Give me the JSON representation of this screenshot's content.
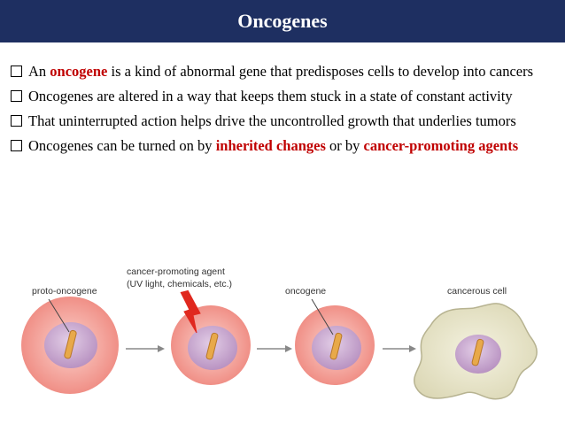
{
  "header": {
    "title": "Oncogenes"
  },
  "bullets": [
    {
      "pre": "An ",
      "highlight": "oncogene",
      "post": " is a kind of abnormal gene that predisposes cells to develop into cancers"
    },
    {
      "text": "Oncogenes are altered in a way that keeps them stuck in a state of constant activity"
    },
    {
      "text": "That uninterrupted action helps drive the uncontrolled growth that underlies tumors"
    },
    {
      "pre": "Oncogenes can be turned on by ",
      "highlight1": "inherited changes",
      "mid": "  or by ",
      "highlight2": "cancer-promoting agents"
    }
  ],
  "diagram": {
    "label_proto": "proto-oncogene",
    "label_agent_line1": "cancer-promoting agent",
    "label_agent_line2": "(UV light, chemicals, etc.)",
    "label_oncogene": "oncogene",
    "label_cancer": "cancerous cell"
  },
  "colors": {
    "header_bg": "#1e2f61",
    "highlight": "#c00000",
    "cell_outer": "#f5a8a0",
    "nucleus": "#c9a6cf",
    "gene": "#e8a94a",
    "bolt": "#e0281e"
  }
}
